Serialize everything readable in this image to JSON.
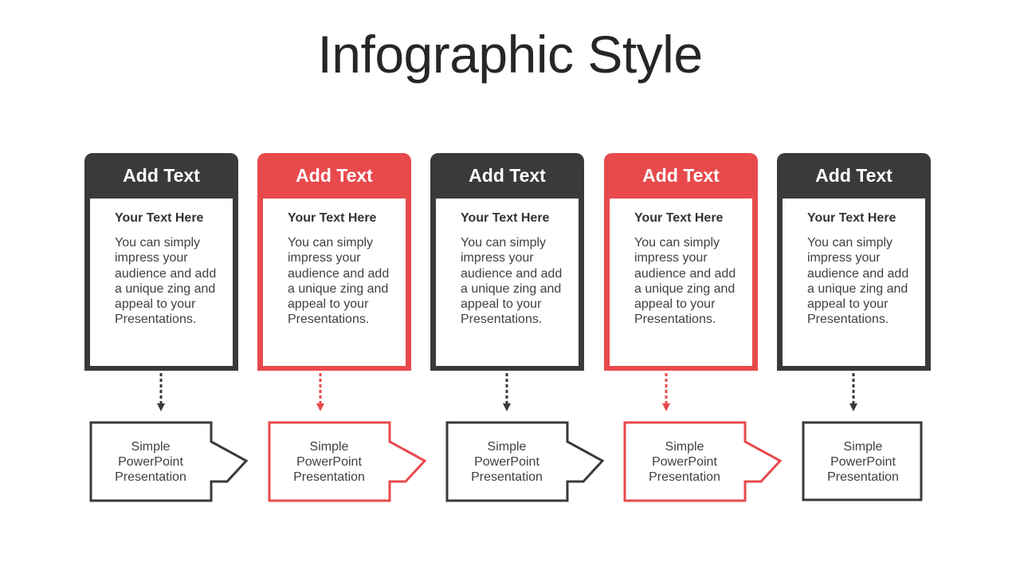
{
  "title": "Infographic Style",
  "colors": {
    "dark": "#3a3a3c",
    "red": "#e84a4c"
  },
  "cards": [
    {
      "heading": "Add Text",
      "subheading": "Your Text  Here",
      "body": "You can simply impress your audience and add a unique zing and appeal to your Presentations.",
      "theme": "dark"
    },
    {
      "heading": "Add Text",
      "subheading": "Your Text  Here",
      "body": "You can simply impress your audience and add a unique zing and appeal to your Presentations.",
      "theme": "red"
    },
    {
      "heading": "Add Text",
      "subheading": "Your Text  Here",
      "body": "You can simply impress your audience and add a unique zing and appeal to your Presentations.",
      "theme": "dark"
    },
    {
      "heading": "Add Text",
      "subheading": "Your Text  Here",
      "body": "You can simply impress your audience and add a unique zing and appeal to your Presentations.",
      "theme": "red"
    },
    {
      "heading": "Add Text",
      "subheading": "Your Text  Here",
      "body": "You can simply impress your audience and add a unique zing and appeal to your Presentations.",
      "theme": "dark"
    }
  ],
  "steps": [
    {
      "line1": "Simple",
      "line2": "PowerPoint",
      "line3": "Presentation",
      "theme": "dark",
      "arrow": true
    },
    {
      "line1": "Simple",
      "line2": "PowerPoint",
      "line3": "Presentation",
      "theme": "red",
      "arrow": true
    },
    {
      "line1": "Simple",
      "line2": "PowerPoint",
      "line3": "Presentation",
      "theme": "dark",
      "arrow": true
    },
    {
      "line1": "Simple",
      "line2": "PowerPoint",
      "line3": "Presentation",
      "theme": "red",
      "arrow": true
    },
    {
      "line1": "Simple",
      "line2": "PowerPoint",
      "line3": "Presentation",
      "theme": "dark",
      "arrow": false
    }
  ]
}
